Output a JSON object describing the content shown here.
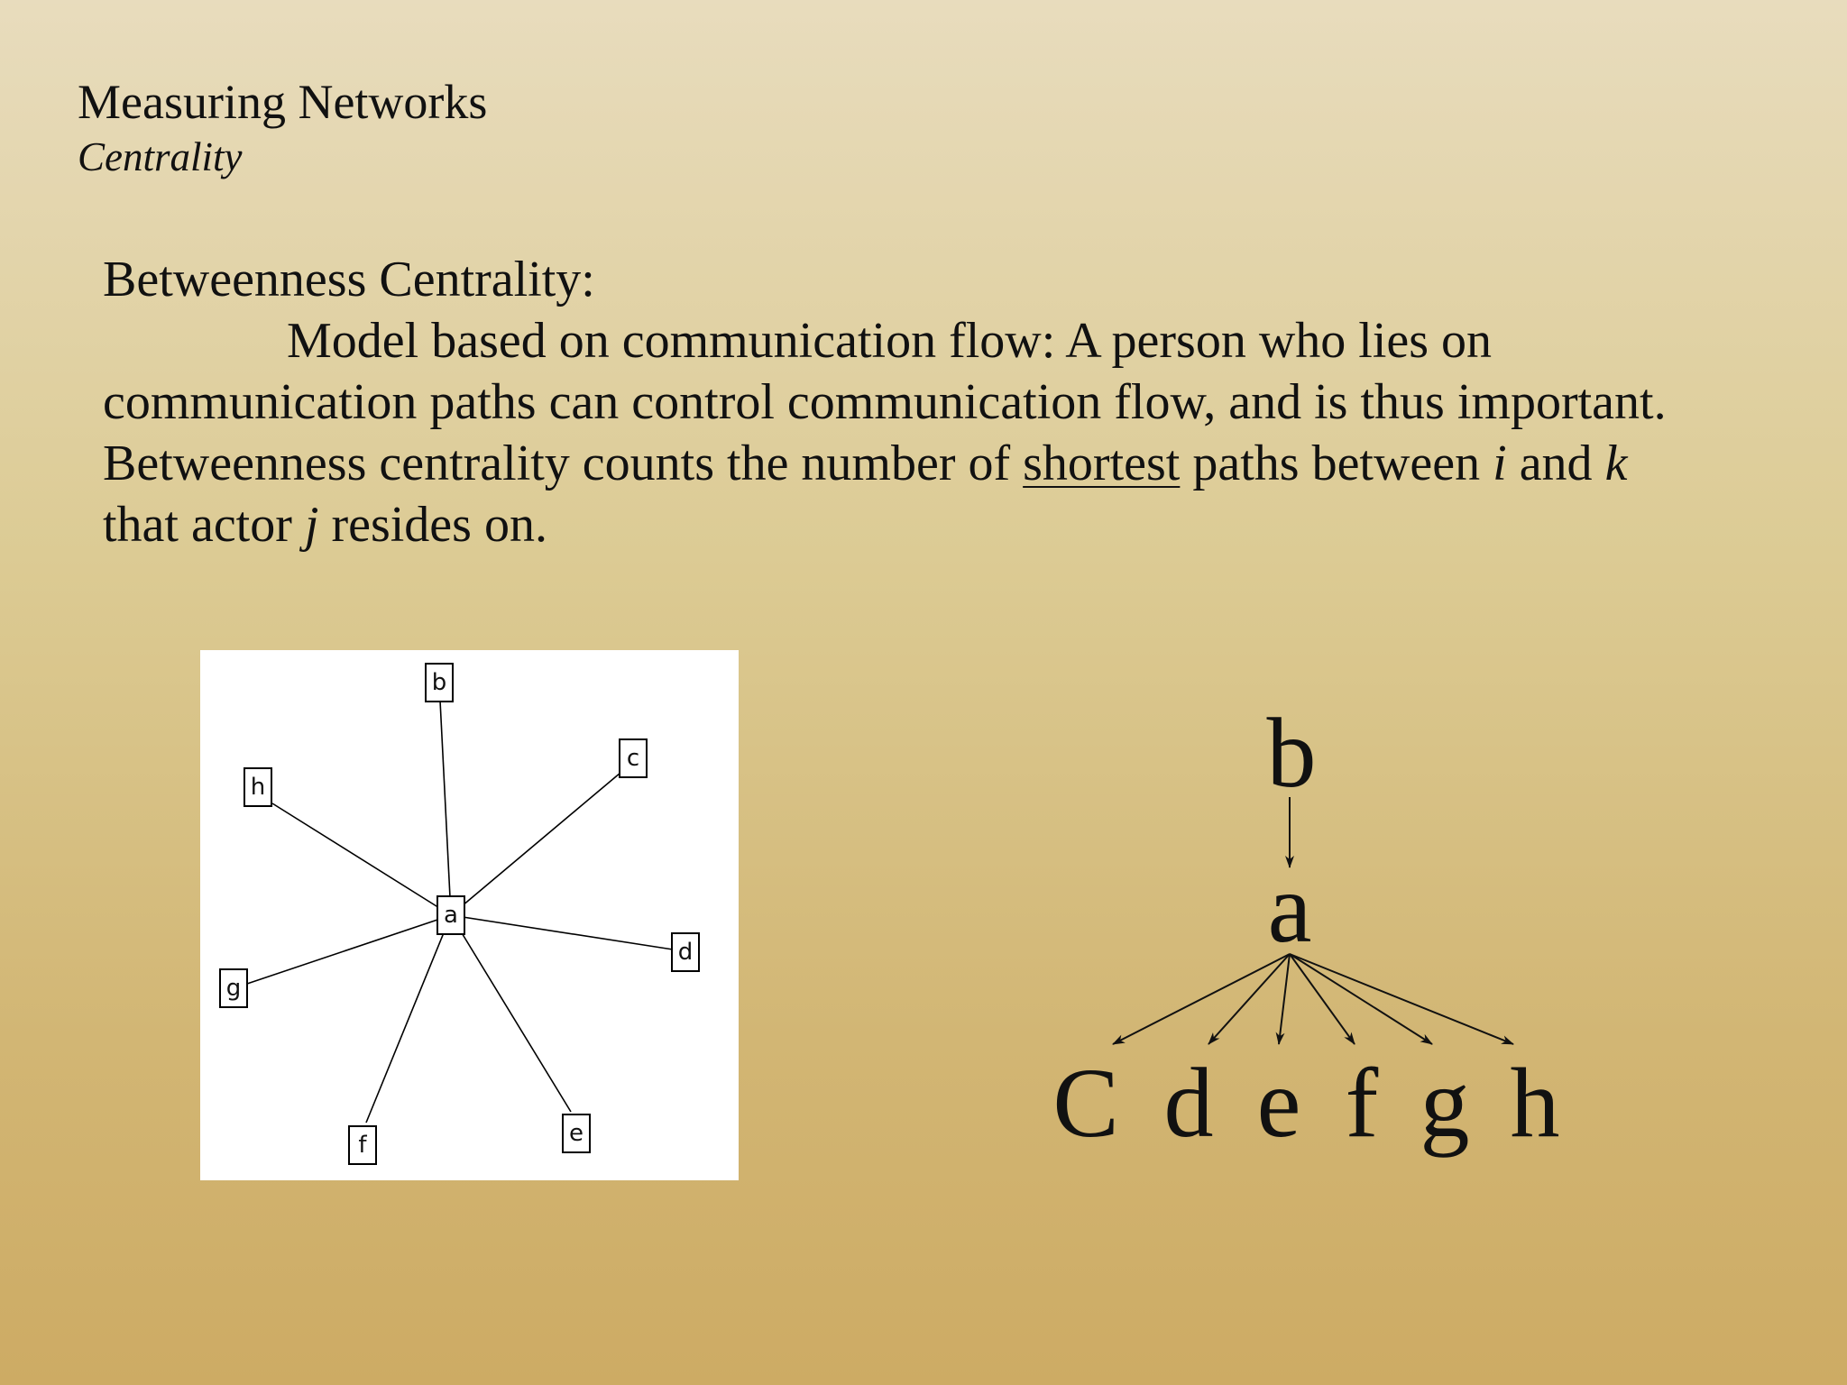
{
  "slide": {
    "title": "Measuring Networks",
    "subtitle": "Centrality"
  },
  "body": {
    "heading": "Betweenness Centrality:",
    "line1": "Model based on communication flow:  A person who lies on",
    "line2": "communication paths can control communication flow, and is thus important.",
    "line3_pre": "Betweenness centrality counts the number of ",
    "line3_underlined": "shortest",
    "line3_mid": " paths between ",
    "line3_var_i": "i",
    "line3_and": " and ",
    "line3_var_k": "k",
    "line4_pre": "that actor ",
    "line4_var_j": "j",
    "line4_post": " resides on."
  },
  "star_graph": {
    "center": "a",
    "nodes": [
      "b",
      "c",
      "d",
      "e",
      "f",
      "g",
      "h"
    ],
    "edges": [
      [
        "a",
        "b"
      ],
      [
        "a",
        "c"
      ],
      [
        "a",
        "d"
      ],
      [
        "a",
        "e"
      ],
      [
        "a",
        "f"
      ],
      [
        "a",
        "g"
      ],
      [
        "a",
        "h"
      ]
    ]
  },
  "tree": {
    "root": "b",
    "middle": "a",
    "leaves": [
      "C",
      "d",
      "e",
      "f",
      "g",
      "h"
    ]
  }
}
